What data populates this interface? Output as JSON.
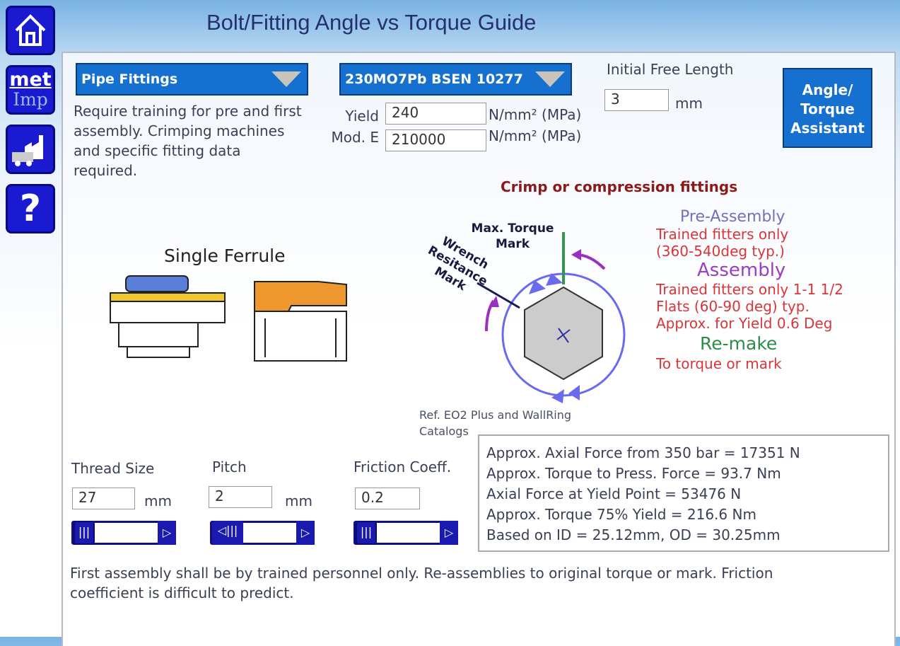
{
  "title": "Bolt/Fitting Angle vs Torque Guide",
  "sidebar": {
    "metric_label": "met",
    "imperial_label": "Imp",
    "help_label": "?"
  },
  "fitting_type": {
    "selected": "Pipe Fittings",
    "description": "Require training for pre and first assembly. Crimping machines and specific fitting data required."
  },
  "material": {
    "selected": "230MO7Pb BSEN 10277",
    "yield_label": "Yield",
    "yield_value": "240",
    "yield_unit": "N/mm² (MPa)",
    "mod_label": "Mod. E",
    "mod_value": "210000",
    "mod_unit": "N/mm² (MPa)"
  },
  "free_length": {
    "label": "Initial Free Length",
    "value": "3",
    "unit": "mm"
  },
  "assistant_button": "Angle/ Torque Assistant",
  "diagram": {
    "heading": "Crimp or compression fittings",
    "ferrule_title": "Single Ferrule",
    "max_torque_mark": "Max. Torque Mark",
    "wrench_mark": "Wrench Resitance Mark",
    "reference": "Ref. EO2 Plus and WallRing Catalogs"
  },
  "stages": {
    "pre_title": "Pre-Assembly",
    "pre_lines": [
      "Trained fitters only",
      "(360-540deg typ.)"
    ],
    "assembly_title": "Assembly",
    "assembly_lines": [
      "Trained fitters only 1-1 1/2",
      "Flats (60-90 deg) typ.",
      "Approx. for Yield 0.6 Deg"
    ],
    "remake_title": "Re-make",
    "remake_lines": [
      "To torque or mark"
    ]
  },
  "inputs": {
    "thread_label": "Thread Size",
    "thread_value": "27",
    "thread_unit": "mm",
    "thread_slider": 0.0,
    "pitch_label": "Pitch",
    "pitch_value": "2",
    "pitch_unit": "mm",
    "pitch_slider": 0.1,
    "friction_label": "Friction Coeff.",
    "friction_value": "0.2",
    "friction_slider": 0.0
  },
  "results": [
    "Approx. Axial Force from 350 bar = 17351 N",
    "Approx. Torque to Press. Force = 93.7 Nm",
    "Axial Force at Yield Point = 53476 N",
    "Approx. Torque 75% Yield = 216.6 Nm",
    "Based on ID = 25.12mm, OD = 30.25mm"
  ],
  "footer_note": "First assembly shall be by trained personnel only. Re-assemblies to original torque or mark. Friction coefficient is difficult to predict.",
  "colors": {
    "accent": "#1570d0",
    "nav": "#1a1ad0",
    "red": "#d8363a",
    "purple": "#9b3fc0",
    "green": "#2e8b4a"
  }
}
